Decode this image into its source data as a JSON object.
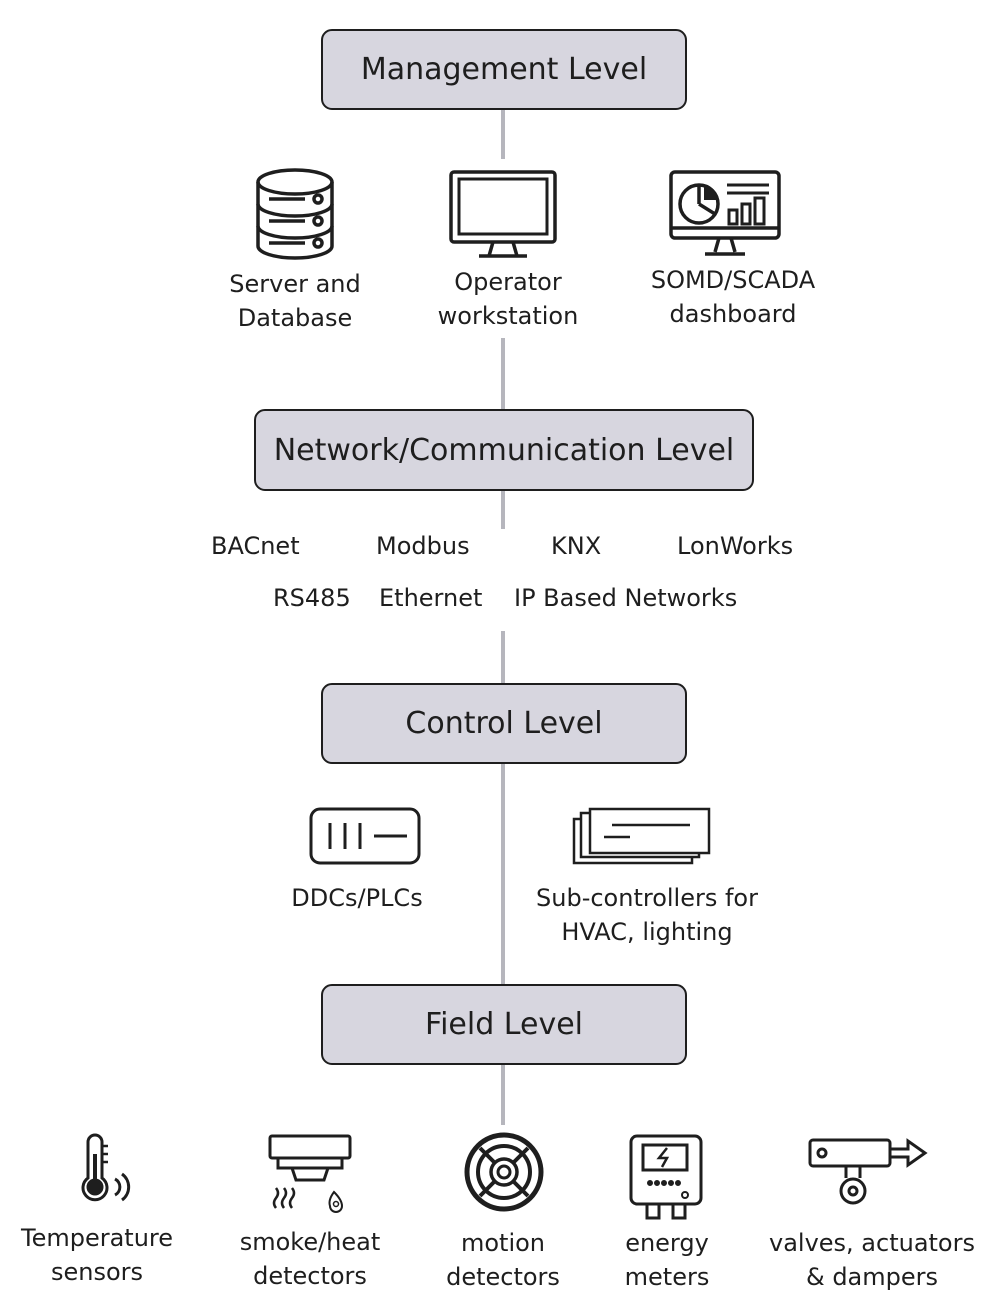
{
  "levels": {
    "management": "Management Level",
    "network": "Network/Communication Level",
    "control": "Control Level",
    "field": "Field Level"
  },
  "management_items": {
    "server": "Server and\nDatabase",
    "workstation": "Operator\nworkstation",
    "dashboard": "SOMD/SCADA\ndashboard"
  },
  "protocols": {
    "bacnet": "BACnet",
    "modbus": "Modbus",
    "knx": "KNX",
    "lonworks": "LonWorks",
    "rs485": "RS485",
    "ethernet": "Ethernet",
    "ip_networks": "IP Based Networks"
  },
  "control_items": {
    "ddc": "DDCs/PLCs",
    "subcontrollers": "Sub-controllers for\nHVAC, lighting"
  },
  "field_items": {
    "temperature": "Temperature\nsensors",
    "smoke": "smoke/heat\ndetectors",
    "motion": "motion\ndetectors",
    "energy": "energy\nmeters",
    "valves": "valves, actuators\n& dampers"
  },
  "icons": {
    "server": "server-database-icon",
    "workstation": "monitor-icon",
    "dashboard": "dashboard-icon",
    "ddc": "controller-icon",
    "subcontrollers": "stacked-panels-icon",
    "temperature": "thermometer-icon",
    "smoke": "smoke-detector-icon",
    "motion": "motion-sensor-icon",
    "energy": "energy-meter-icon",
    "valves": "valve-actuator-icon"
  },
  "colors": {
    "box_fill": "#d7d6df",
    "outline": "#1e1e1e",
    "connector": "#b6b6bd"
  }
}
